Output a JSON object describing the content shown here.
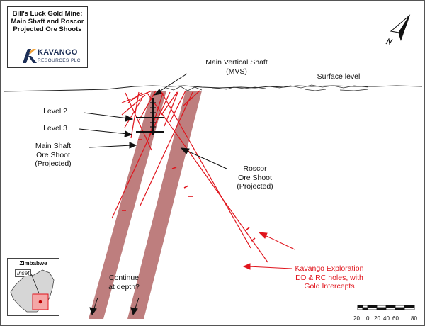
{
  "title": {
    "line1": "Bill's Luck Gold Mine:",
    "line2": "Main Shaft and Roscor",
    "line3": "Projected Ore Shoots"
  },
  "logo": {
    "name": "KAVANGO",
    "subtitle": "RESOURCES PLC",
    "color": "#1d2f57"
  },
  "labels": {
    "mvs_line1": "Main Vertical Shaft",
    "mvs_line2": "(MVS)",
    "surface": "Surface level",
    "level2": "Level 2",
    "level3": "Level 3",
    "main_shoot_line1": "Main Shaft",
    "main_shoot_line2": "Ore Shoot",
    "main_shoot_line3": "(Projected)",
    "roscor_line1": "Roscor",
    "roscor_line2": "Ore Shoot",
    "roscor_line3": "(Projected)",
    "continue_line1": "Continue",
    "continue_line2": "at depth?",
    "kavango_line1": "Kavango Exploration",
    "kavango_line2": "DD & RC holes, with",
    "kavango_line3": "Gold Intercepts"
  },
  "north_arrow": {
    "label": "N",
    "icon": "north-arrow-icon"
  },
  "inset": {
    "title": "Zimbabwe",
    "label": "Inset"
  },
  "scale": {
    "ticks": [
      "20",
      "0",
      "20",
      "40",
      "60",
      "80"
    ]
  },
  "colors": {
    "ore_shoot": "#b56c6c",
    "drillhole": "#e0141c",
    "annotation": "#e0141c",
    "text": "#111111"
  }
}
